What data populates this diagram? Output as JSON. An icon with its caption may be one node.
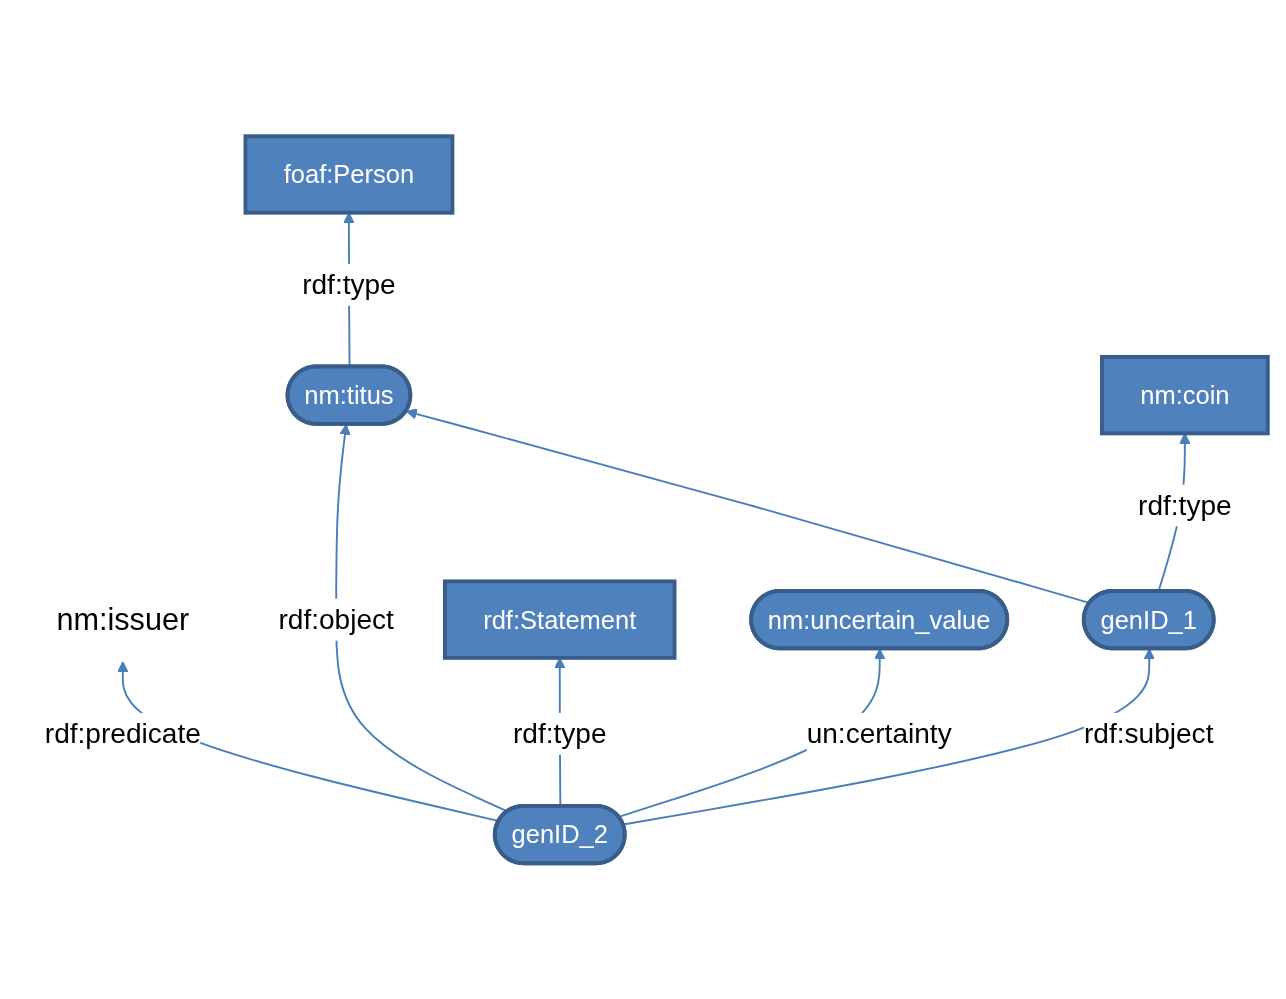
{
  "diagram": {
    "nodes": [
      {
        "text": [
          "foaf:Person"
        ]
      },
      {
        "text": [
          "nm:coin"
        ]
      },
      {
        "text": [
          "nm:titus"
        ]
      },
      {
        "text": [
          "genID_1"
        ]
      },
      {
        "text": [
          "nm:issuer"
        ]
      },
      {
        "text": [
          "genID_2"
        ]
      },
      {
        "text": [
          "rdf:Statement"
        ]
      },
      {
        "text": [
          "nm:uncertain_value"
        ]
      }
    ],
    "edges": [
      {
        "from": 2,
        "to": 0,
        "arrow": "to",
        "label": "rdf:type"
      },
      {
        "from": 3,
        "to": 1,
        "arrow": "to",
        "label": "rdf:type"
      },
      {
        "from": 3,
        "to": 2,
        "arrow": "to"
      },
      {
        "from": 5,
        "to": 2,
        "arrow": "to",
        "label": "rdf:object"
      },
      {
        "from": 5,
        "to": 4,
        "arrow": "to",
        "label": "rdf:predicate"
      },
      {
        "from": 5,
        "to": 3,
        "arrow": "to",
        "label": "rdf:subject"
      },
      {
        "from": 5,
        "to": 6,
        "arrow": "to",
        "label": "rdf:type"
      },
      {
        "from": 5,
        "to": 7,
        "arrow": "to",
        "label": "un:certainty"
      }
    ]
  }
}
